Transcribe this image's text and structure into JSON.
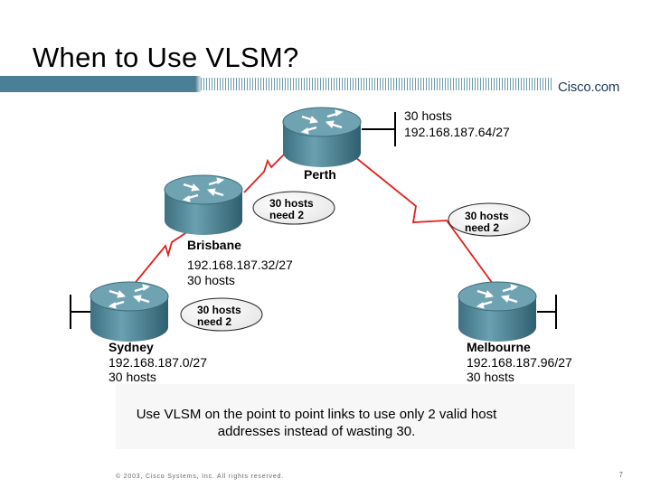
{
  "slide": {
    "title": "When to Use VLSM?",
    "logo": "Cisco.com",
    "footer": "© 2003, Cisco Systems, Inc. All rights reserved.",
    "page_number": "7",
    "caption_line1": "Use VLSM on the  point to point links to use only 2 valid host",
    "caption_line2": "addresses instead of wasting 30."
  },
  "routers": {
    "perth": {
      "name": "Perth",
      "hosts": "30 hosts",
      "subnet": "192.168.187.64/27"
    },
    "brisbane": {
      "name": "Brisbane",
      "subnet": "192.168.187.32/27",
      "hosts": "30 hosts"
    },
    "sydney": {
      "name": "Sydney",
      "subnet": "192.168.187.0/27",
      "hosts": "30 hosts"
    },
    "melbourne": {
      "name": "Melbourne",
      "subnet": "192.168.187.96/27",
      "hosts": "30 hosts"
    }
  },
  "links": {
    "perth_brisbane": {
      "line1": "30 hosts",
      "line2": "need 2"
    },
    "perth_melbourne": {
      "line1": "30 hosts",
      "line2": "need 2"
    },
    "brisbane_sydney": {
      "line1": "30 hosts",
      "line2": "need 2"
    }
  },
  "colors": {
    "header": "#4a7f95",
    "router_top": "#6a9eae",
    "router_body": "#4d8595",
    "serial_link": "#e02020"
  },
  "icons": [
    "router-icon",
    "lan-segment-icon",
    "serial-link-icon"
  ]
}
